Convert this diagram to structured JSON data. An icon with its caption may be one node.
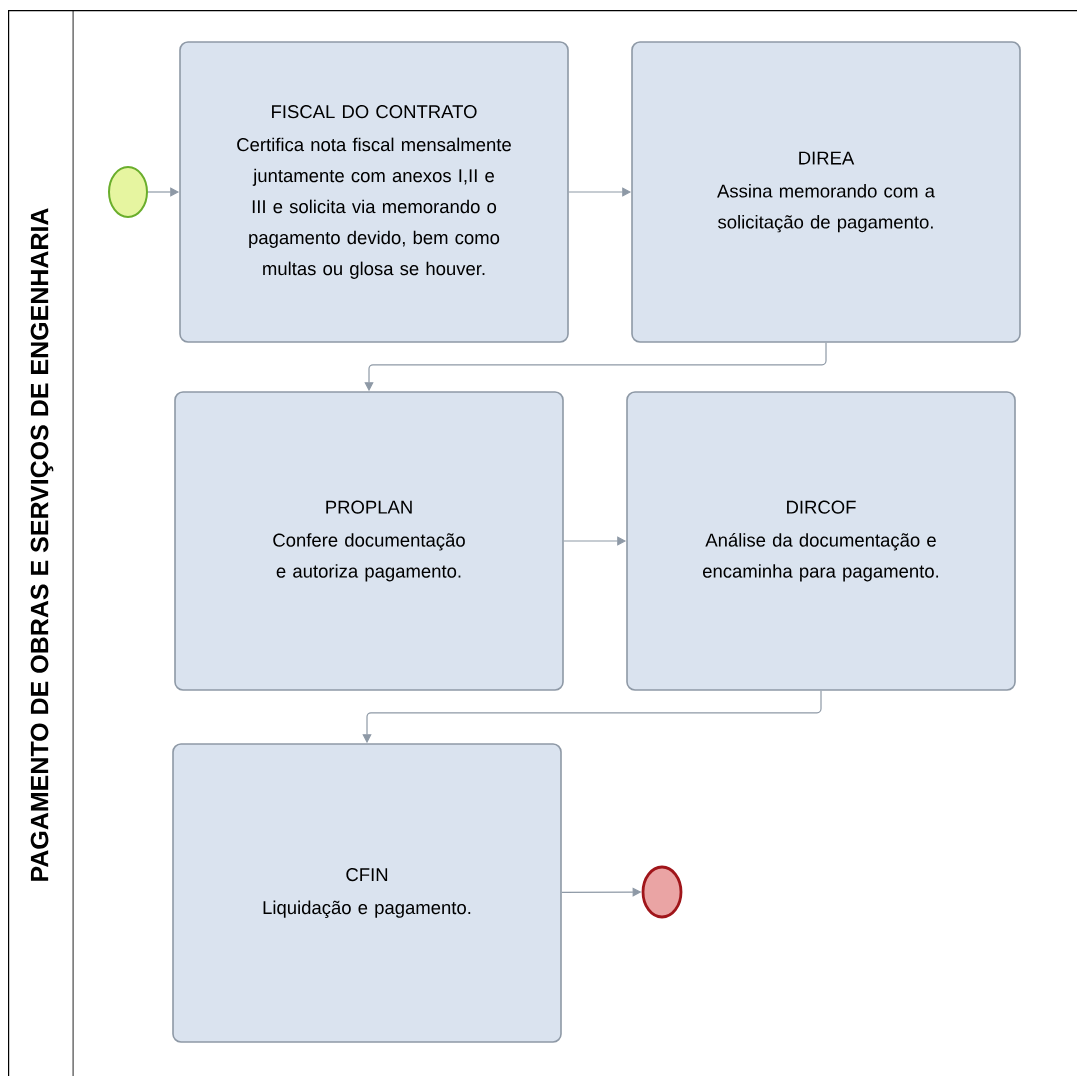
{
  "diagram": {
    "nodes": [
      {
        "text": [
          "PAGAMENTO DE OBRAS E SERVIÇOS DE ENGENHARIA"
        ]
      },
      {
        "text": [],
        "shape": "circle",
        "in": 0
      },
      {
        "text": [
          "FISCAL DO CONTRATO",
          "Certifica nota fiscal mensalmente juntamente com anexos I,II e III e solicita via memorando o pagamento devido, bem como multas ou glosa se houver."
        ],
        "in": 0
      },
      {
        "text": [
          "DIREA",
          "Assina memorando com a solicitação de pagamento."
        ],
        "in": 0
      },
      {
        "text": [
          "PROPLAN",
          "Confere documentação e autoriza pagamento."
        ],
        "in": 0
      },
      {
        "text": [
          "DIRCOF",
          "Análise da documentação e encaminha para pagamento."
        ],
        "in": 0
      },
      {
        "text": [
          "CFIN",
          "Liquidação e pagamento."
        ],
        "in": 0
      },
      {
        "text": [],
        "shape": "circle",
        "in": 0
      }
    ],
    "edges": [
      {
        "from": 1,
        "to": 2,
        "arrow": "to"
      },
      {
        "from": 2,
        "to": 3,
        "arrow": "to"
      },
      {
        "from": 3,
        "to": 4,
        "arrow": "to"
      },
      {
        "from": 4,
        "to": 5,
        "arrow": "to"
      },
      {
        "from": 5,
        "to": 6,
        "arrow": "to"
      },
      {
        "from": 6,
        "to": 7,
        "arrow": "to"
      }
    ]
  }
}
